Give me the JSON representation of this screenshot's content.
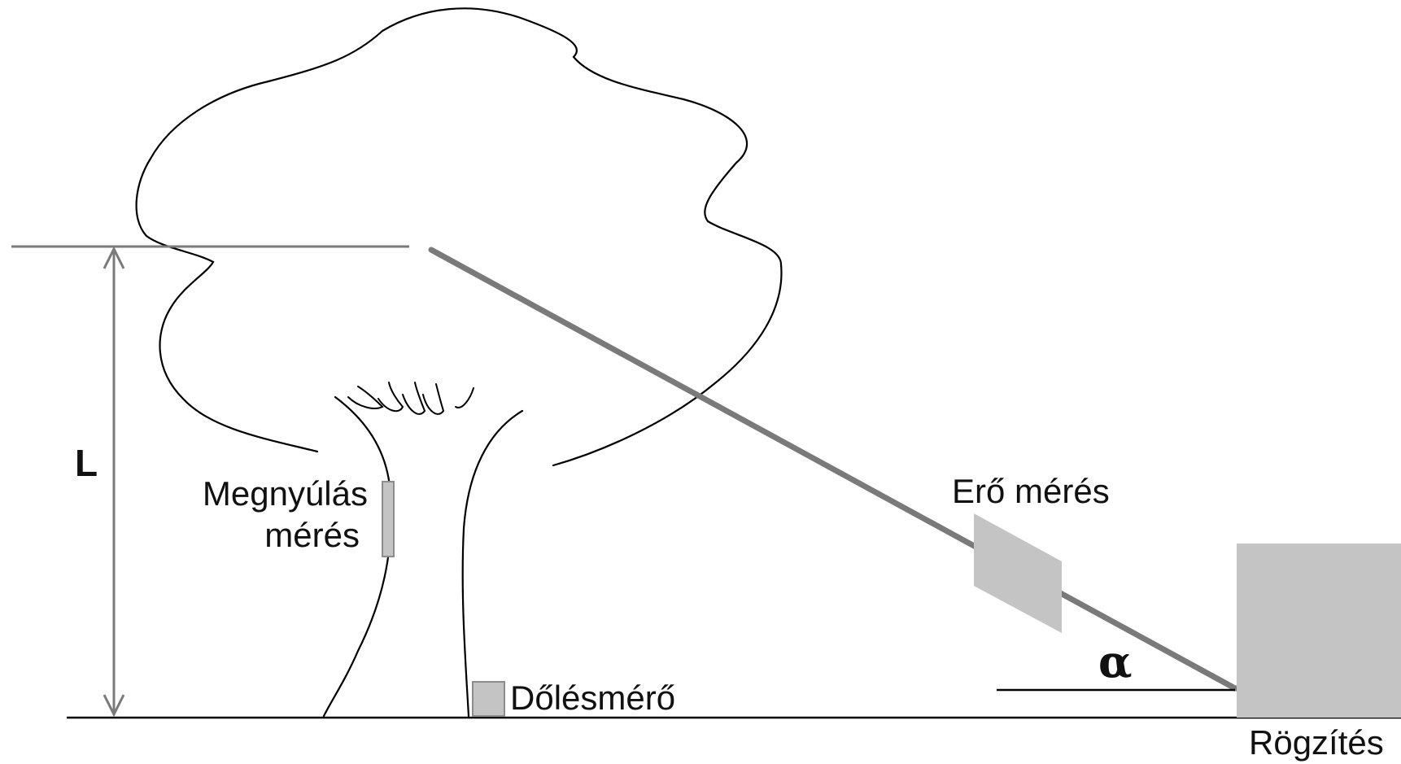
{
  "labels": {
    "length": "L",
    "extension_measurement_line1": "Megnyúlás",
    "extension_measurement_line2": "mérés",
    "force_measurement": "Erő mérés",
    "angle": "α",
    "inclinometer": "Dőlésmérő",
    "anchoring": "Rögzítés"
  },
  "colors": {
    "outline": "#000000",
    "dimension_line": "#7a7a7a",
    "cable": "#7a7a7a",
    "sensor_fill": "#c4c4c4",
    "sensor_stroke": "#8c8c8c",
    "anchor_fill": "#c4c4c4"
  }
}
